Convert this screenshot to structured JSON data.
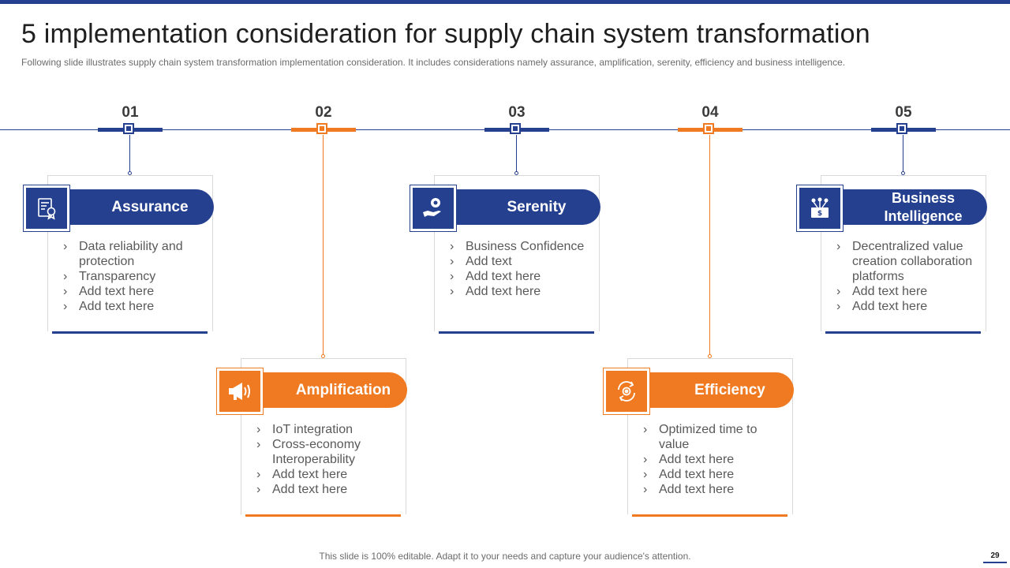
{
  "slide": {
    "title": "5 implementation consideration for supply chain system transformation",
    "subtitle": "Following slide illustrates supply chain system transformation implementation consideration. It includes considerations namely assurance, amplification, serenity, efficiency and business intelligence.",
    "footer": "This slide is 100% editable. Adapt it to your needs and capture your audience's attention.",
    "page_number": "29"
  },
  "colors": {
    "blue": "#25408f",
    "orange": "#f07a21"
  },
  "steps": [
    {
      "number": "01",
      "color": "blue"
    },
    {
      "number": "02",
      "color": "orange"
    },
    {
      "number": "03",
      "color": "blue"
    },
    {
      "number": "04",
      "color": "orange"
    },
    {
      "number": "05",
      "color": "blue"
    }
  ],
  "cards": [
    {
      "title": "Assurance",
      "icon": "certificate-icon",
      "items": [
        "Data reliability and protection",
        "Transparency",
        "Add text here",
        "Add text here"
      ]
    },
    {
      "title": "Amplification",
      "icon": "megaphone-icon",
      "items": [
        "IoT integration",
        "Cross-economy Interoperability",
        "Add text here",
        "Add text here"
      ]
    },
    {
      "title": "Serenity",
      "icon": "hand-coin-icon",
      "items": [
        "Business Confidence",
        "Add text",
        "Add text here",
        "Add text here"
      ]
    },
    {
      "title": "Efficiency",
      "icon": "gear-cycle-icon",
      "items": [
        "Optimized time to value",
        "Add text here",
        "Add text here",
        "Add text here"
      ]
    },
    {
      "title": "Business Intelligence",
      "icon": "money-network-icon",
      "items": [
        "Decentralized value creation collaboration platforms",
        "Add text here",
        "Add text here"
      ]
    }
  ]
}
